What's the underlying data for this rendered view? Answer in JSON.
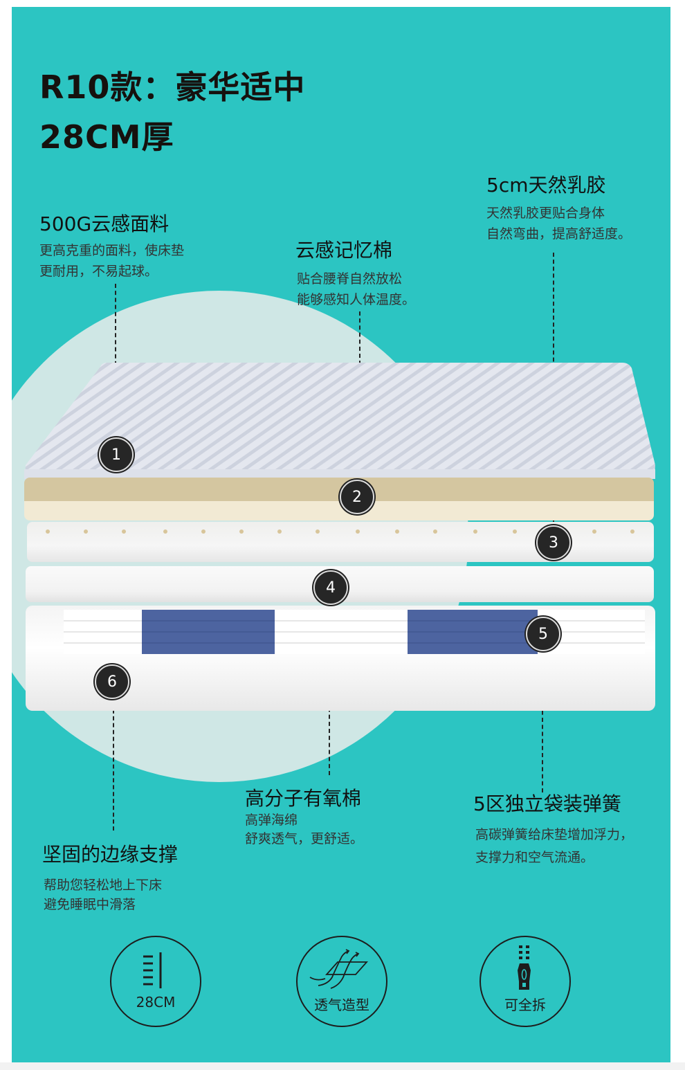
{
  "header": {
    "line1": "R10款：豪华适中",
    "line2": "28CM厚"
  },
  "features": [
    {
      "number": "1",
      "title": "500G云感面料",
      "desc": [
        "更高克重的面料，使床垫",
        "更耐用，不易起球。"
      ]
    },
    {
      "number": "2",
      "title": "云感记忆棉",
      "desc": [
        "贴合腰脊自然放松",
        "能够感知人体温度。"
      ]
    },
    {
      "number": "3",
      "title": "5cm天然乳胶",
      "desc": [
        "天然乳胶更贴合身体",
        "自然弯曲，提高舒适度。"
      ]
    },
    {
      "number": "4",
      "title": "高分子有氧棉",
      "desc": [
        "高弹海绵",
        "舒爽透气，更舒适。"
      ]
    },
    {
      "number": "5",
      "title": "5区独立袋装弹簧",
      "desc": [
        "高碳弹簧给床垫增加浮力，",
        "支撑力和空气流通。"
      ]
    },
    {
      "number": "6",
      "title": "坚固的边缘支撑",
      "desc": [
        "帮助您轻松地上下床",
        "避免睡眠中滑落"
      ]
    }
  ],
  "badges": [
    {
      "icon": "thickness-ruler-icon",
      "label": "28CM"
    },
    {
      "icon": "airflow-icon",
      "label": "透气造型"
    },
    {
      "icon": "zipper-icon",
      "label": "可全拆"
    }
  ],
  "colors": {
    "background": "#2cc5c2",
    "circle": "#cfe7e5",
    "text": "#111111",
    "spring_blue": "#4d64a0",
    "memory_foam": "#d6c8a2"
  }
}
